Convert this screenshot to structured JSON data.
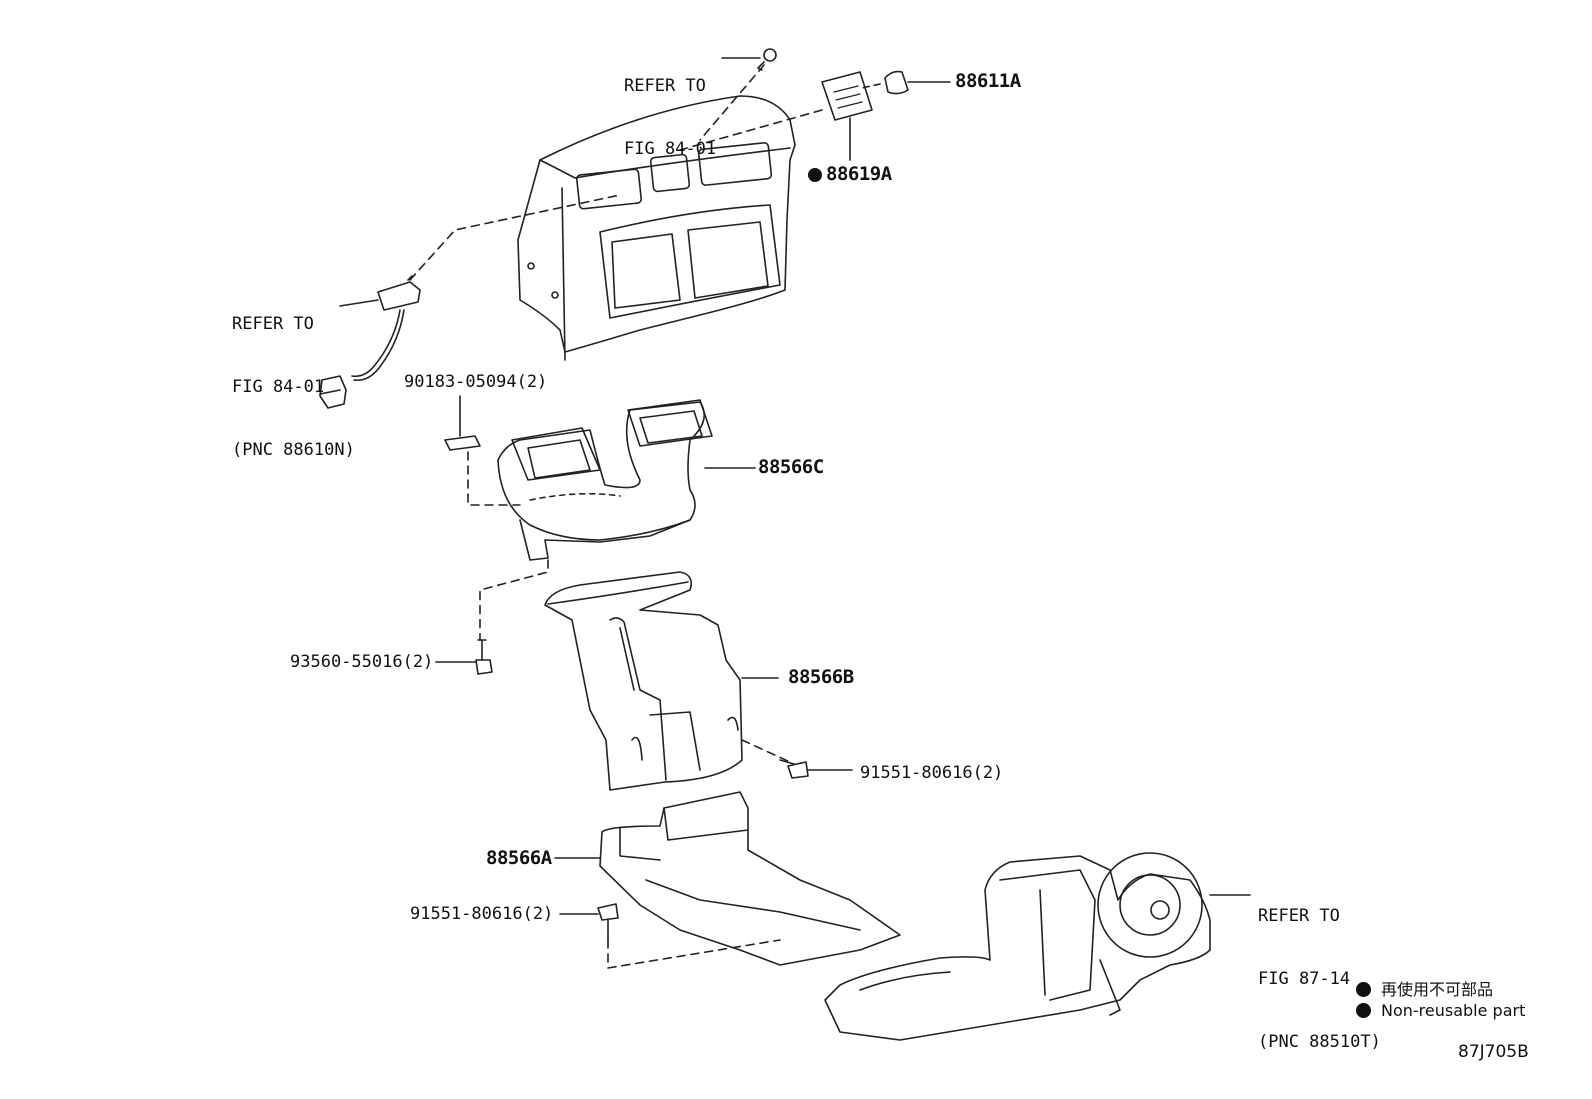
{
  "refer_top": {
    "line1": "REFER TO",
    "line2": "FIG 84-01"
  },
  "refer_left": {
    "line1": "REFER TO",
    "line2": "FIG 84-01",
    "line3": "(PNC 88610N)"
  },
  "refer_right": {
    "line1": "REFER TO",
    "line2": "FIG 87-14",
    "line3": "(PNC 88510T)"
  },
  "parts": {
    "p88611A": "88611A",
    "p88619A": "88619A",
    "p90183": "90183-05094(2)",
    "p88566C": "88566C",
    "p88566B": "88566B",
    "p93560": "93560-55016(2)",
    "p91551_mid": "91551-80616(2)",
    "p88566A": "88566A",
    "p91551_low": "91551-80616(2)"
  },
  "legend": {
    "jp": "再使用不可部品",
    "en": "Non-reusable part"
  },
  "diagram_id": "87J705B"
}
